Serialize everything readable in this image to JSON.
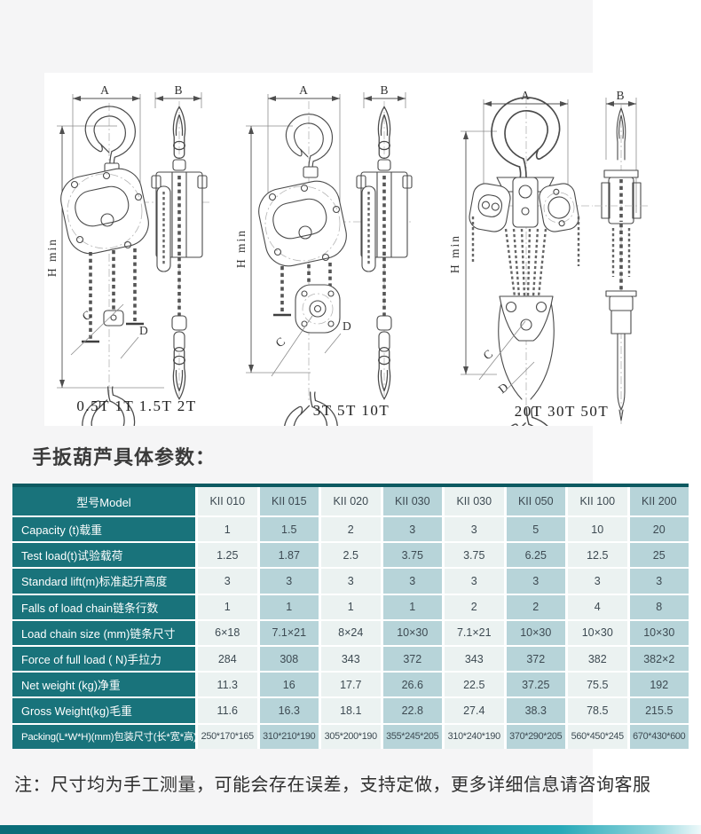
{
  "page": {
    "heading": "手扳葫芦具体参数：",
    "note": "注：尺寸均为手工测量，可能会存在误差，支持定做，更多详细信息请咨询客服"
  },
  "drawings": {
    "groups": [
      {
        "caption": "0.5T 1T 1.5T 2T",
        "dim_a": "A",
        "dim_b": "B",
        "dim_h": "H min",
        "label_c": "C",
        "label_d": "D"
      },
      {
        "caption": "3T 5T 10T",
        "dim_a": "A",
        "dim_b": "B",
        "dim_h": "H min",
        "label_c": "C",
        "label_d": "D"
      },
      {
        "caption": "20T 30T 50T",
        "dim_a": "A",
        "dim_b": "B",
        "dim_h": "H min",
        "label_c": "C",
        "label_d": "D"
      }
    ]
  },
  "table": {
    "header": {
      "model_label": "型号Model",
      "models": [
        "KII 010",
        "KII 015",
        "KII 020",
        "KII 030",
        "KII 030",
        "KII 050",
        "KII 100",
        "KII 200"
      ]
    },
    "rows": [
      {
        "label": "Capacity (t)载重",
        "values": [
          "1",
          "1.5",
          "2",
          "3",
          "3",
          "5",
          "10",
          "20"
        ]
      },
      {
        "label": "Test load(t)试验载荷",
        "values": [
          "1.25",
          "1.87",
          "2.5",
          "3.75",
          "3.75",
          "6.25",
          "12.5",
          "25"
        ]
      },
      {
        "label": "Standard lift(m)标准起升高度",
        "values": [
          "3",
          "3",
          "3",
          "3",
          "3",
          "3",
          "3",
          "3"
        ]
      },
      {
        "label": "Falls of load chain链条行数",
        "values": [
          "1",
          "1",
          "1",
          "1",
          "2",
          "2",
          "4",
          "8"
        ]
      },
      {
        "label": "Load chain size (mm)链条尺寸",
        "values": [
          "6×18",
          "7.1×21",
          "8×24",
          "10×30",
          "7.1×21",
          "10×30",
          "10×30",
          "10×30"
        ]
      },
      {
        "label": "Force of full load ( N)手拉力",
        "values": [
          "284",
          "308",
          "343",
          "372",
          "343",
          "372",
          "382",
          "382×2"
        ]
      },
      {
        "label": "Net weight (kg)净重",
        "values": [
          "11.3",
          "16",
          "17.7",
          "26.6",
          "22.5",
          "37.25",
          "75.5",
          "192"
        ]
      },
      {
        "label": "Gross Weight(kg)毛重",
        "values": [
          "11.6",
          "16.3",
          "18.1",
          "22.8",
          "27.4",
          "38.3",
          "78.5",
          "215.5"
        ]
      },
      {
        "label": "Packing(L*W*H)(mm)包装尺寸(长*宽*高)",
        "values": [
          "250*170*165",
          "310*210*190",
          "305*200*190",
          "355*245*205",
          "310*240*190",
          "370*290*205",
          "560*450*245",
          "670*430*600"
        ]
      }
    ]
  },
  "colors": {
    "table_header_teal": "#19737b",
    "table_top_border": "#0d5a61",
    "column_light": "#ebf2f1",
    "column_blue": "#b7d4d9",
    "page_gray": "#f5f5f6",
    "footer_bar_start": "#0a6c78",
    "footer_bar_mid": "#27a9b8",
    "footer_bar_end": "#eef9fa"
  }
}
